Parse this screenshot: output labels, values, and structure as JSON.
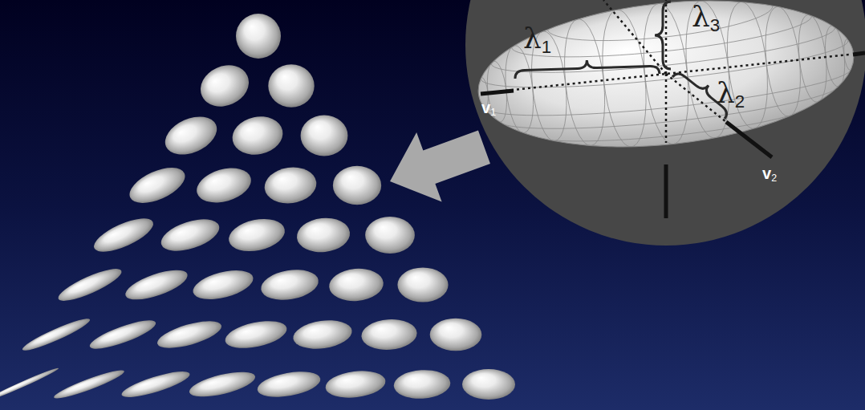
{
  "diagram": {
    "labels": [
      "λ1",
      "λ3",
      "λ2",
      "v1",
      "v2"
    ]
  }
}
